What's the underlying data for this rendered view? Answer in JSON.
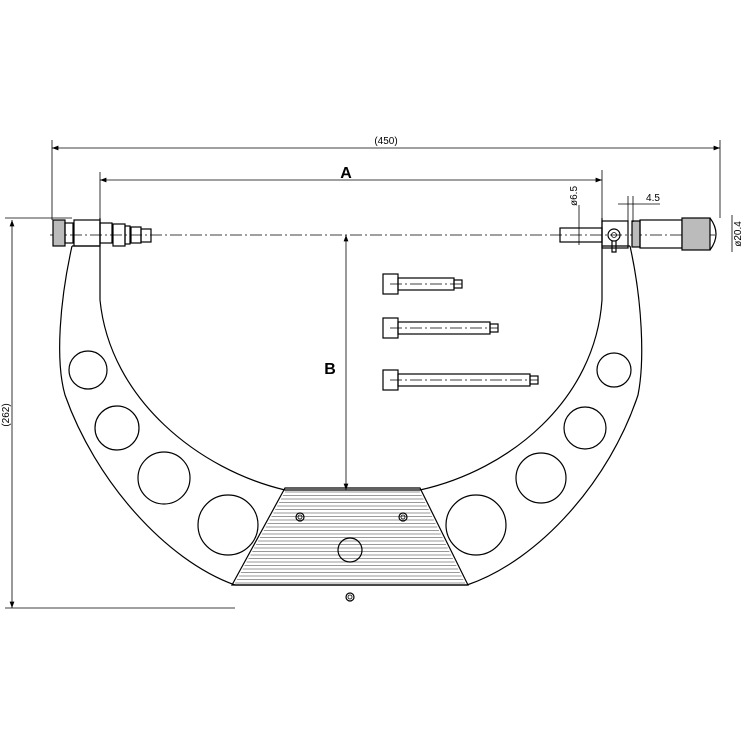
{
  "dimensions": {
    "overall_width": "(450)",
    "range_a": "A",
    "depth_b": "B",
    "overall_height": "(262)",
    "spindle_diameter": "ø6.5",
    "thimble_offset": "4.5",
    "thimble_diameter": "ø20.4"
  },
  "interchangeable_anvils": 3
}
